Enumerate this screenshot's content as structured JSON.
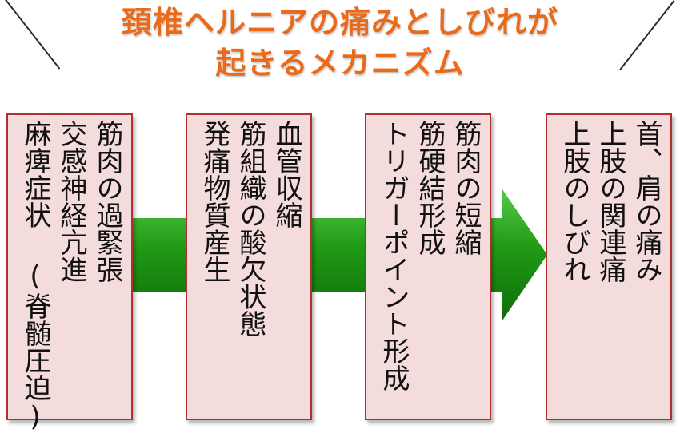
{
  "title": {
    "line1": "頚椎ヘルニアの痛みとしびれが",
    "line2": "起きるメカニズム"
  },
  "colors": {
    "title": "#ea6a1a",
    "box_fill": "#f4dcdc",
    "box_border": "#b0302e",
    "arrow": "#1f9a14"
  },
  "boxes": [
    {
      "text": "筋肉の過緊張\n交感神経亢進\n麻痺症状 (脊髄圧迫)"
    },
    {
      "text": "血管収縮\n筋組織の酸欠状態\n発痛物質産生"
    },
    {
      "text": "筋肉の短縮\n筋硬結形成\nトリガーポイント形成"
    },
    {
      "text": "首、肩の痛み\n上肢の関連痛\n上肢のしびれ"
    }
  ]
}
